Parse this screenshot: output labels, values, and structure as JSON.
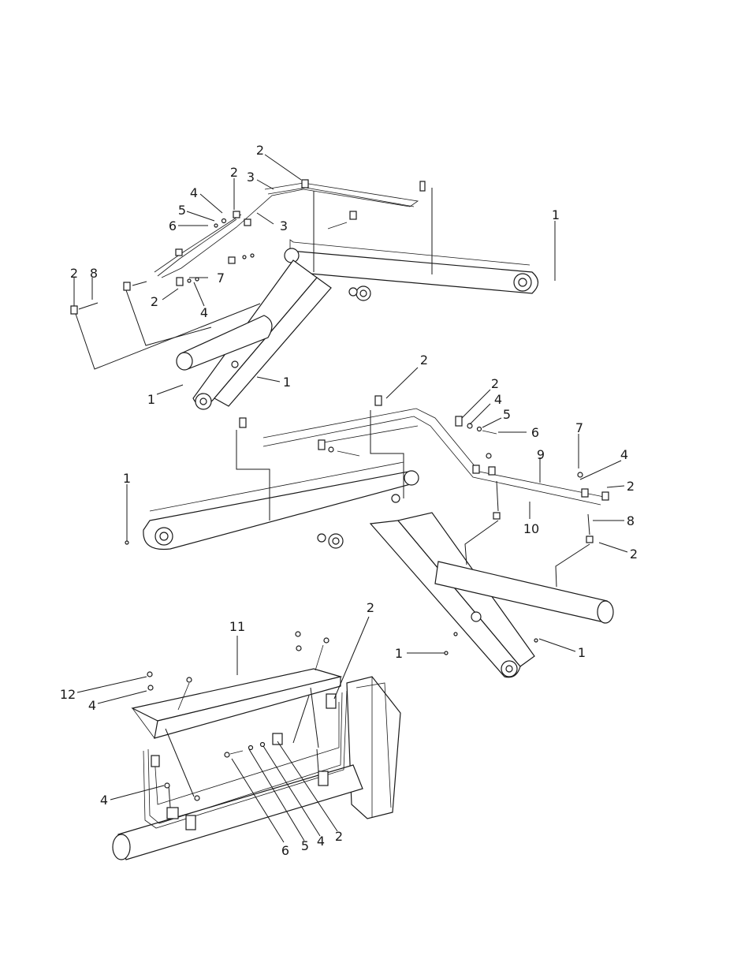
{
  "diagram": {
    "type": "exploded-parts-view",
    "callouts": [
      {
        "id": "c1",
        "text": "2"
      },
      {
        "id": "c2",
        "text": "2"
      },
      {
        "id": "c3",
        "text": "3"
      },
      {
        "id": "c4",
        "text": "4"
      },
      {
        "id": "c5",
        "text": "5"
      },
      {
        "id": "c6",
        "text": "6"
      },
      {
        "id": "c7",
        "text": "3"
      },
      {
        "id": "c8",
        "text": "1"
      },
      {
        "id": "c9",
        "text": "2"
      },
      {
        "id": "c10",
        "text": "8"
      },
      {
        "id": "c11",
        "text": "7"
      },
      {
        "id": "c12",
        "text": "2"
      },
      {
        "id": "c13",
        "text": "4"
      },
      {
        "id": "c14",
        "text": "1"
      },
      {
        "id": "c15",
        "text": "1"
      },
      {
        "id": "c16",
        "text": "2"
      },
      {
        "id": "c17",
        "text": "2"
      },
      {
        "id": "c18",
        "text": "4"
      },
      {
        "id": "c19",
        "text": "5"
      },
      {
        "id": "c20",
        "text": "6"
      },
      {
        "id": "c21",
        "text": "7"
      },
      {
        "id": "c22",
        "text": "9"
      },
      {
        "id": "c23",
        "text": "4"
      },
      {
        "id": "c24",
        "text": "2"
      },
      {
        "id": "c25",
        "text": "10"
      },
      {
        "id": "c26",
        "text": "8"
      },
      {
        "id": "c27",
        "text": "2"
      },
      {
        "id": "c28",
        "text": "1"
      },
      {
        "id": "c29",
        "text": "1"
      },
      {
        "id": "c30",
        "text": "1"
      },
      {
        "id": "c31",
        "text": "11"
      },
      {
        "id": "c32",
        "text": "2"
      },
      {
        "id": "c33",
        "text": "12"
      },
      {
        "id": "c34",
        "text": "4"
      },
      {
        "id": "c35",
        "text": "4"
      },
      {
        "id": "c36",
        "text": "6"
      },
      {
        "id": "c37",
        "text": "5"
      },
      {
        "id": "c38",
        "text": "4"
      },
      {
        "id": "c39",
        "text": "2"
      }
    ]
  }
}
